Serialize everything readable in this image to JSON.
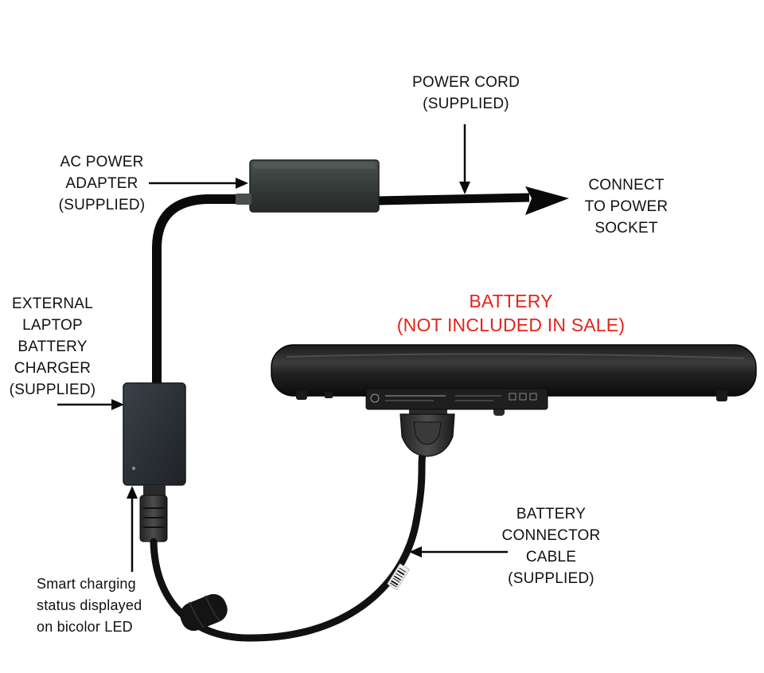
{
  "labels": {
    "power_cord": [
      "POWER CORD",
      "(SUPPLIED)"
    ],
    "ac_adapter": [
      "AC POWER",
      "ADAPTER",
      "(SUPPLIED)"
    ],
    "connect_socket": [
      "CONNECT",
      "TO POWER",
      "SOCKET"
    ],
    "battery": [
      "BATTERY",
      "(NOT INCLUDED IN SALE)"
    ],
    "external_charger": [
      "EXTERNAL",
      "LAPTOP",
      "BATTERY",
      "CHARGER",
      "(SUPPLIED)"
    ],
    "connector_cable": [
      "BATTERY",
      "CONNECTOR",
      "CABLE",
      "(SUPPLIED)"
    ],
    "smart_charging": [
      "Smart charging",
      "status displayed",
      "on bicolor LED"
    ]
  },
  "colors": {
    "label_text": "#111111",
    "battery_label": "#e4231b",
    "device_body": "#2b3034",
    "cable": "#0a0a0a"
  },
  "icons": {
    "brand_logo": "hp-logo-icon"
  }
}
